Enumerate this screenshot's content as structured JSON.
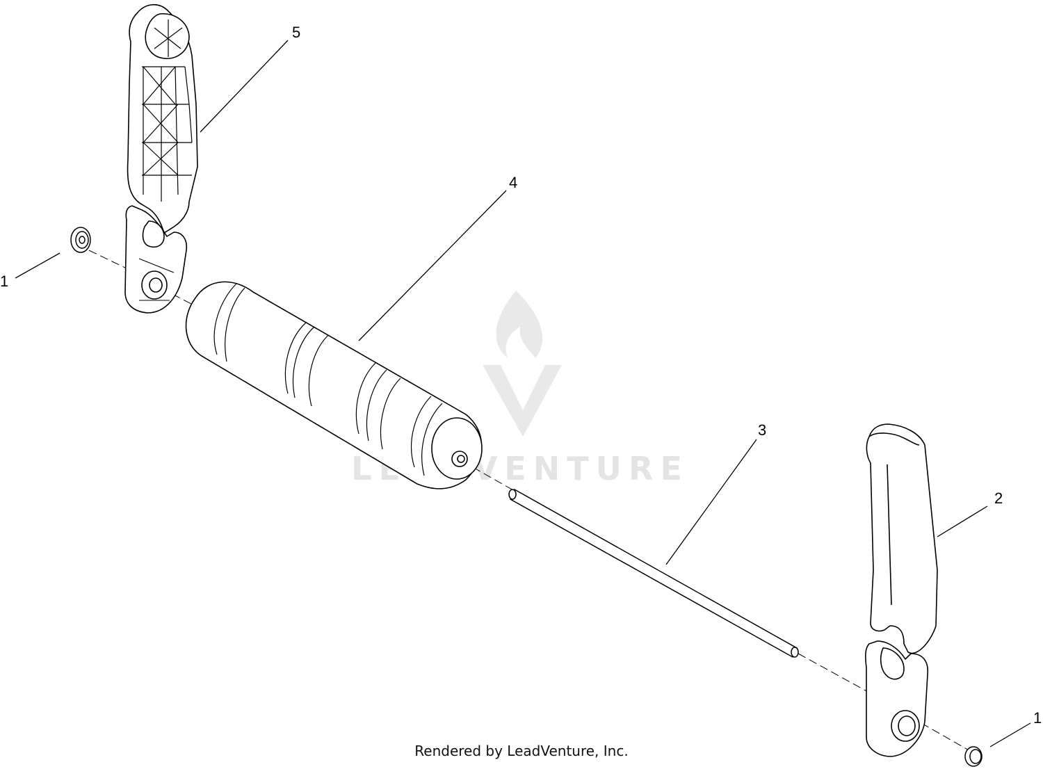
{
  "diagram": {
    "callouts": [
      {
        "id": "c1a",
        "label": "1"
      },
      {
        "id": "c1b",
        "label": "1"
      },
      {
        "id": "c2",
        "label": "2"
      },
      {
        "id": "c3",
        "label": "3"
      },
      {
        "id": "c4",
        "label": "4"
      },
      {
        "id": "c5",
        "label": "5"
      }
    ],
    "watermark": {
      "text": "LEADVENTURE",
      "color": "#e6e6e6"
    },
    "credit": "Rendered by LeadVenture, Inc."
  },
  "colors": {
    "line": "#000000",
    "background": "#ffffff"
  }
}
